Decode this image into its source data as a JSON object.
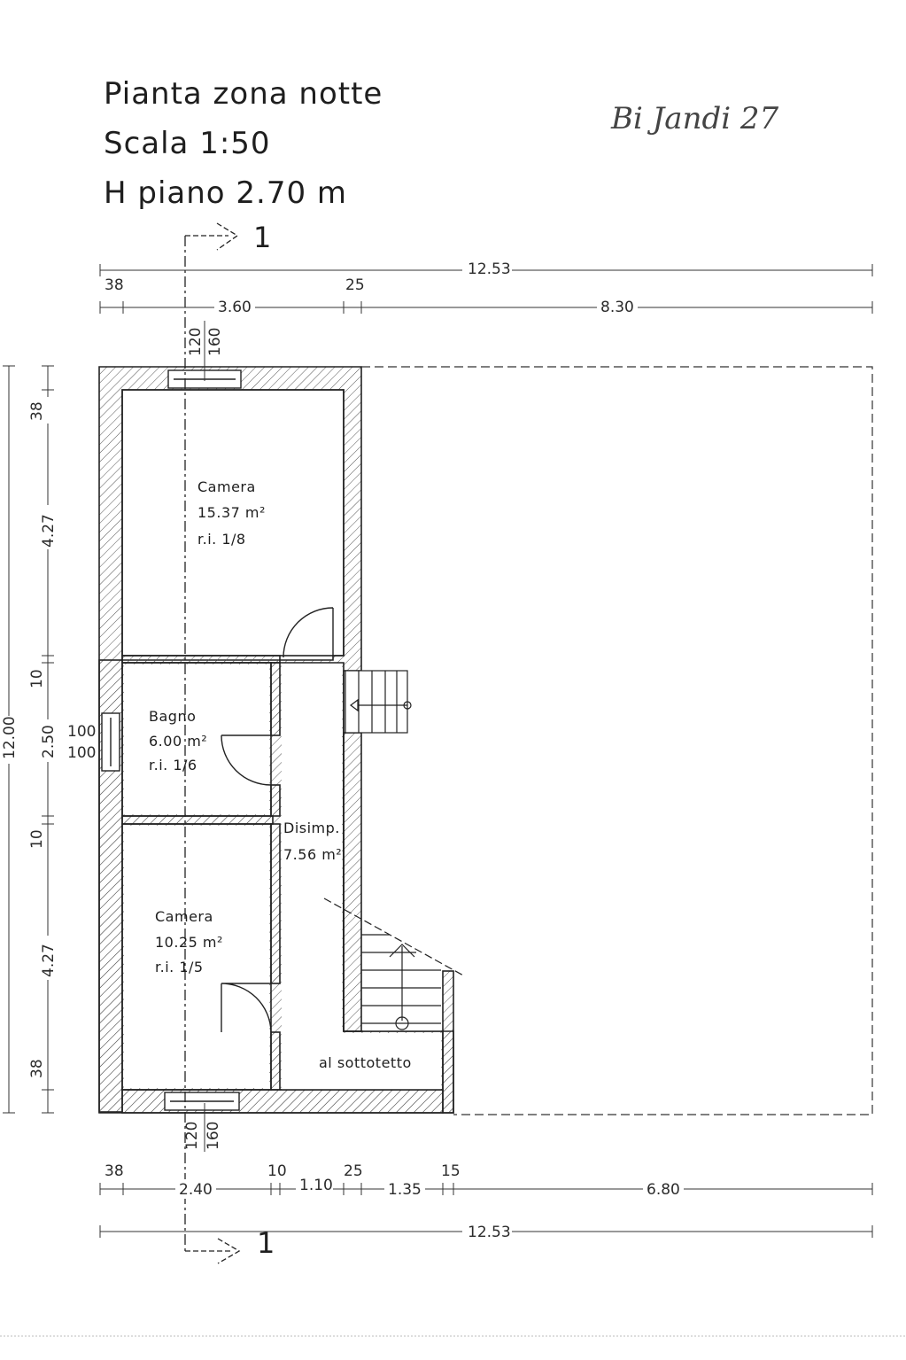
{
  "title": {
    "line1": "Pianta zona notte",
    "line2": "Scala 1:50",
    "line3": "H piano 2.70 m"
  },
  "signature": "Bi Jandi 27",
  "section_marker": "1",
  "dimensions": {
    "top_total": "12.53",
    "top_wall": "38",
    "top_room": "3.60",
    "top_inner_wall": "25",
    "top_remaining": "8.30",
    "bottom_wall": "38",
    "bottom_room": "2.40",
    "bottom_wall2": "10",
    "bottom_corridor": "1.10",
    "bottom_wall3": "25",
    "bottom_stair": "1.35",
    "bottom_wall4": "15",
    "bottom_remaining": "6.80",
    "bottom_total": "12.53",
    "left_total": "12.00",
    "left_top_wall": "38",
    "left_room1": "4.27",
    "left_partition1": "10",
    "left_bath": "2.50",
    "left_partition2": "10",
    "left_room2": "4.27",
    "left_bottom_wall": "38",
    "window_top_low": "120",
    "window_top_high": "160",
    "window_side_upper": "100",
    "window_side_lower": "100",
    "window_bottom_low": "120",
    "window_bottom_high": "160"
  },
  "rooms": [
    {
      "name": "Camera",
      "area": "15.37 m²",
      "ratio": "r.i. 1/8"
    },
    {
      "name": "Bagno",
      "area": "6.00 m²",
      "ratio": "r.i. 1/6"
    },
    {
      "name": "Disimp.",
      "area": "7.56 m²"
    },
    {
      "name": "Camera",
      "area": "10.25 m²",
      "ratio": "r.i. 1/5"
    },
    {
      "name": "al sottotetto"
    }
  ]
}
